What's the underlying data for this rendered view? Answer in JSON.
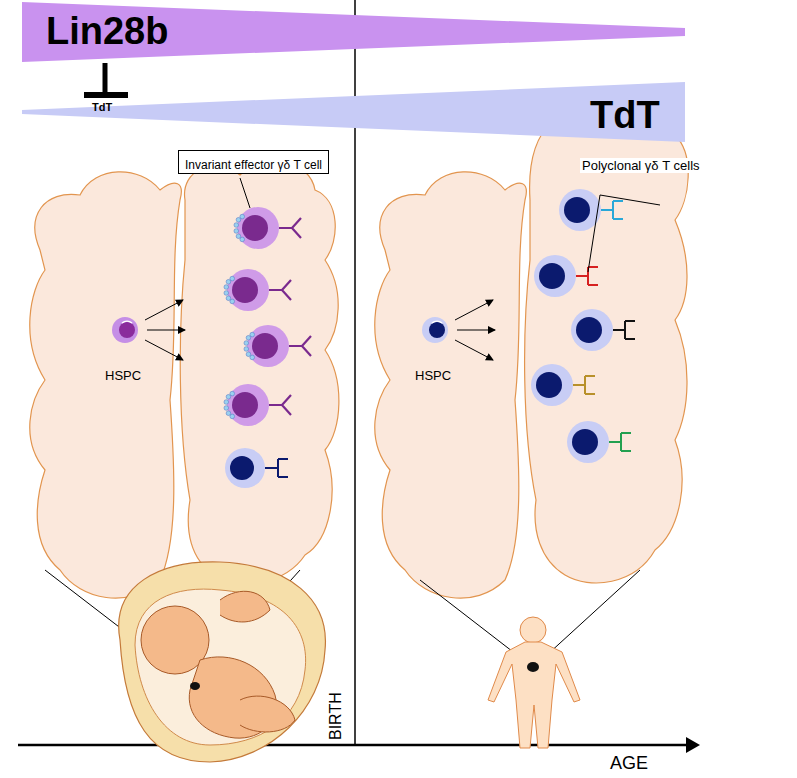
{
  "diagram": {
    "nodes": [
      {
        "text": [
          "Lin28b"
        ]
      },
      {
        "text": [
          "TdT"
        ]
      },
      {
        "text": [
          "Invariant effector γδ T cell"
        ]
      }
    ],
    "labels": [
      "TdT",
      "HSPC",
      "HSPC",
      "Polyclonal γδ T cells",
      "BIRTH",
      "AGE"
    ]
  }
}
